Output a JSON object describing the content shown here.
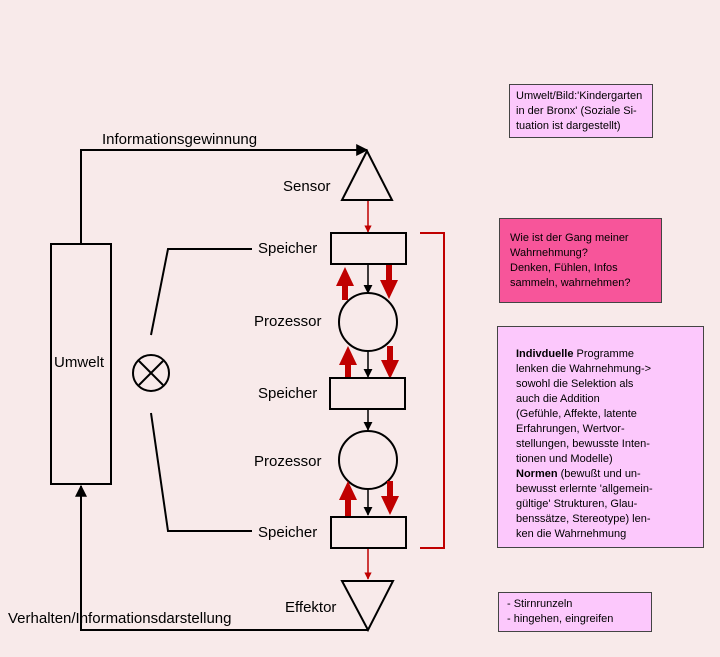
{
  "labels": {
    "information_gain": "Informationsgewinnung",
    "sensor": "Sensor",
    "memory_1": "Speicher",
    "processor_1": "Prozessor",
    "memory_2": "Speicher",
    "processor_2": "Prozessor",
    "memory_3": "Speicher",
    "effector": "Effektor",
    "environment": "Umwelt",
    "behavior": "Verhalten/Informationsdarstellung"
  },
  "notes": {
    "umwelt": "Umwelt/Bild:'Kindergarten\nin der Bronx' (Soziale Si-\ntuation ist dargestellt)",
    "gang": "Wie ist der Gang meiner\nWahrnehmung?\nDenken, Fühlen, Infos\nsammeln, wahrnehmen?",
    "programs_bold": "Indivduelle",
    "programs": " Programme\nlenken die Wahrnehmung->\nsowohl die Selektion als\nauch die Addition\n(Gefühle, Affekte, latente\nErfahrungen, Wertvor-\nstellungen, bewusste Inten-\ntionen und Modelle)",
    "norms_bold": "Normen",
    "norms": " (bewußt und un-\nbewusst erlernte 'allgemein-\ngültige' Strukturen, Glau-\nbenssätze, Stereotype) len-\nken die Wahrnehmung",
    "effector": "- Stirnrunzeln\n- hingehen, eingreifen"
  },
  "colors": {
    "background": "#f8eaea",
    "arrow_red": "#c00000",
    "note_pink": "#fcc8fc",
    "note_magenta": "#f7559a"
  }
}
